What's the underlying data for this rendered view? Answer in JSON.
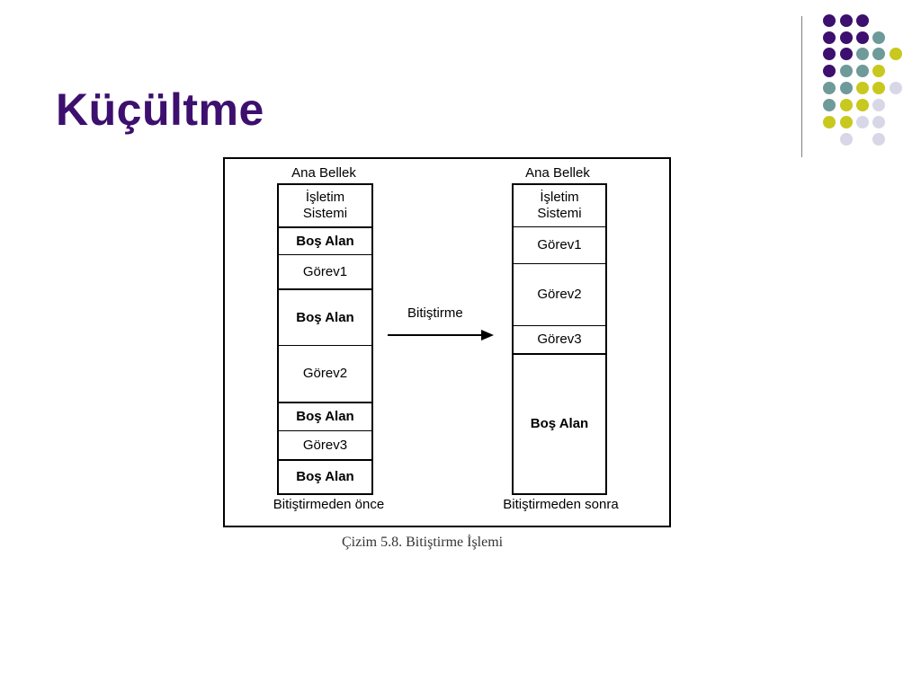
{
  "slide": {
    "title": "Küçültme",
    "caption": "Çizim 5.8. Bitiştirme İşlemi"
  },
  "decor": {
    "colors": [
      "#3d0f6e",
      "#6f9a9a",
      "#c8c81e",
      "#d7d7e8"
    ]
  },
  "diagram": {
    "arrow_label": "Bitiştirme",
    "before": {
      "header": "Ana Bellek",
      "footer": "Bitiştirmeden önce",
      "blocks": [
        {
          "label_lines": [
            "İşletim",
            "Sistemi"
          ],
          "kind": "os"
        },
        {
          "label_lines": [
            "Boş Alan"
          ],
          "kind": "free"
        },
        {
          "label_lines": [
            "Görev1"
          ],
          "kind": "task"
        },
        {
          "label_lines": [
            "Boş Alan"
          ],
          "kind": "free"
        },
        {
          "label_lines": [
            "Görev2"
          ],
          "kind": "task"
        },
        {
          "label_lines": [
            "Boş Alan"
          ],
          "kind": "free"
        },
        {
          "label_lines": [
            "Görev3"
          ],
          "kind": "task"
        },
        {
          "label_lines": [
            "Boş Alan"
          ],
          "kind": "free"
        }
      ]
    },
    "after": {
      "header": "Ana Bellek",
      "footer": "Bitiştirmeden sonra",
      "blocks": [
        {
          "label_lines": [
            "İşletim",
            "Sistemi"
          ],
          "kind": "os"
        },
        {
          "label_lines": [
            "Görev1"
          ],
          "kind": "task"
        },
        {
          "label_lines": [
            "Görev2"
          ],
          "kind": "task"
        },
        {
          "label_lines": [
            "Görev3"
          ],
          "kind": "task"
        },
        {
          "label_lines": [
            "Boş Alan"
          ],
          "kind": "free"
        }
      ]
    }
  }
}
